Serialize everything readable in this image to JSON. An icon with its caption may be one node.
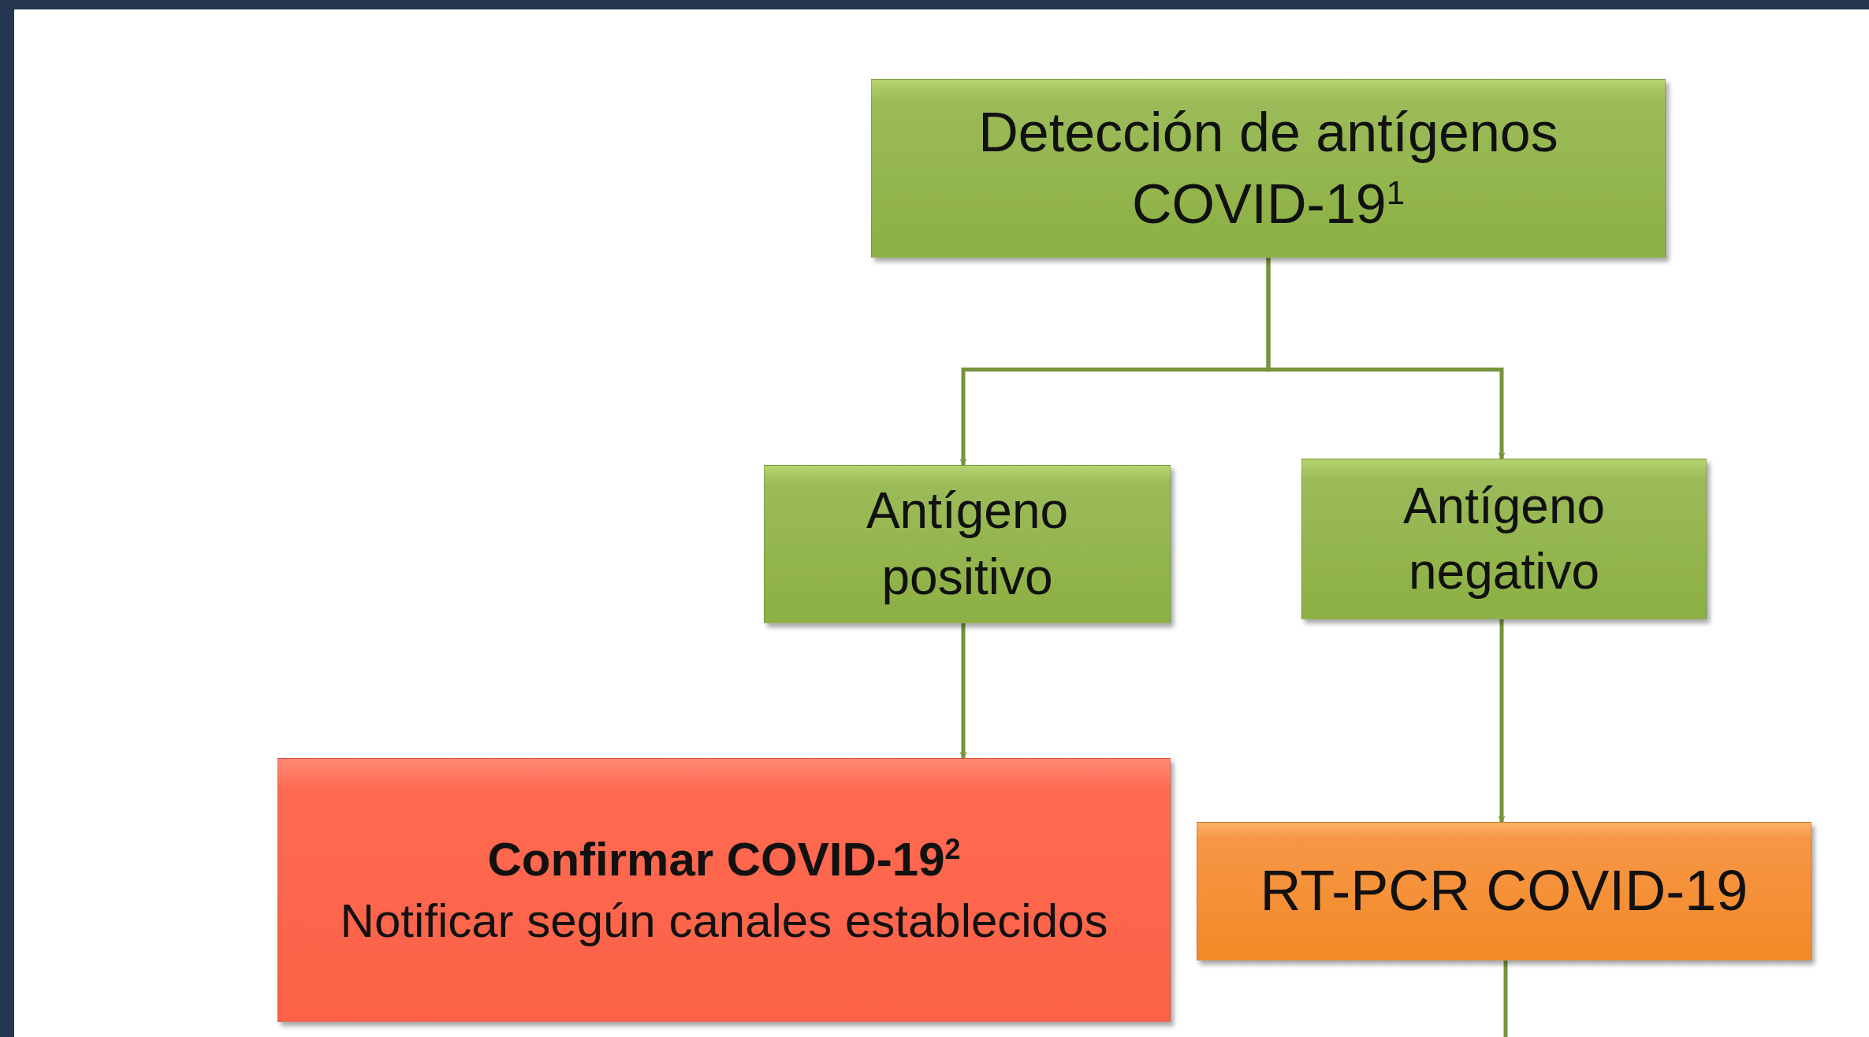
{
  "diagram": {
    "nodes": [
      {
        "text": [
          "Detección de antígenos COVID-19$^{1}$"
        ]
      },
      {
        "text": [
          "Antígeno positivo"
        ]
      },
      {
        "text": [
          "Antígeno negativo"
        ]
      },
      {
        "text": [
          "Confirmar COVID-19$^{2}$",
          "Notificar según canales establecidos"
        ]
      },
      {
        "text": [
          "RT-PCR COVID-19"
        ]
      }
    ],
    "edges": [
      {
        "from": 0,
        "to": 1,
        "arrow": "to"
      },
      {
        "from": 0,
        "to": 2,
        "arrow": "to"
      },
      {
        "from": 1,
        "to": 3,
        "arrow": "to"
      },
      {
        "from": 2,
        "to": 4,
        "arrow": "to"
      },
      {
        "from": 4,
        "to": null,
        "arrow": "none"
      }
    ]
  }
}
